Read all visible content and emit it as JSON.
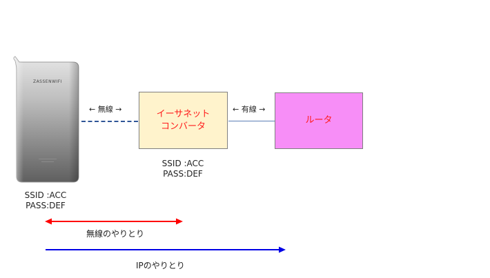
{
  "device": {
    "brand_text": "ZASSENWIFI"
  },
  "device_caption": {
    "ssid": "SSID :ACC",
    "pass": "PASS:DEF"
  },
  "wireless_label": "← 無線 →",
  "converter": {
    "line1": "イーサネット",
    "line2": "コンバータ",
    "ssid": "SSID :ACC",
    "pass": "PASS:DEF"
  },
  "wired_label": "← 有線 →",
  "router": {
    "label": "ルータ"
  },
  "legend": {
    "wireless_exchange": "無線のやりとり",
    "ip_exchange": "IPのやりとり"
  },
  "colors": {
    "converter_fill": "#fff3cc",
    "router_fill": "#f78ef7",
    "box_text": "#ff1a1a",
    "wireless_arrow": "#ff0000",
    "ip_arrow": "#0000e6",
    "wireless_line": "#2f5597"
  }
}
